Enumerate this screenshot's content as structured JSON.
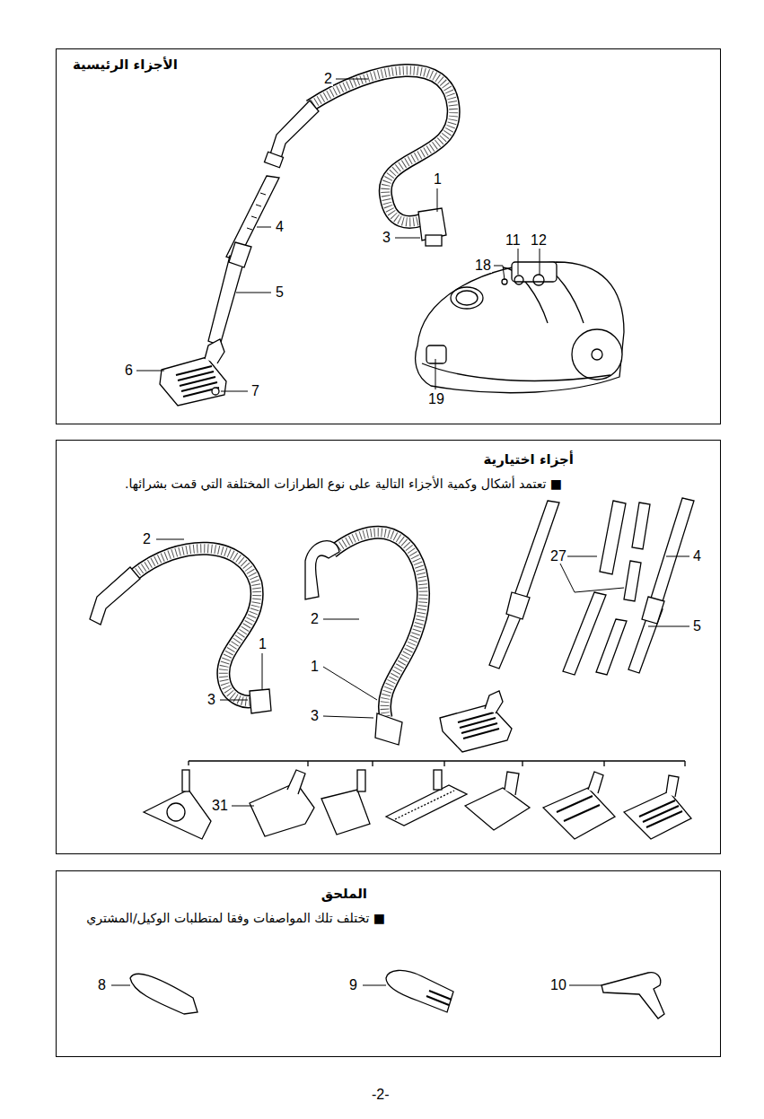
{
  "diagram": {
    "nodes": [
      {
        "text": [
          "الأجزاء الرئيسية"
        ]
      },
      {
        "text": [
          "أجزاء اختيارية",
          "■ تعتمد أشكال وكمية الأجزاء التالية على نوع الطرازات المختلفة التي قمت بشرائها."
        ]
      },
      {
        "text": [
          "الملحق",
          "■ تختلف تلك المواصفات وفقا لمتطلبات الوكيل/المشتري"
        ]
      }
    ],
    "labels": [
      "2",
      "1",
      "3",
      "4",
      "5",
      "6",
      "7",
      "11",
      "12",
      "18",
      "19",
      "2",
      "1",
      "3",
      "2",
      "1",
      "3",
      "27",
      "4",
      "5",
      "31",
      "8",
      "9",
      "10",
      "-2-"
    ]
  }
}
